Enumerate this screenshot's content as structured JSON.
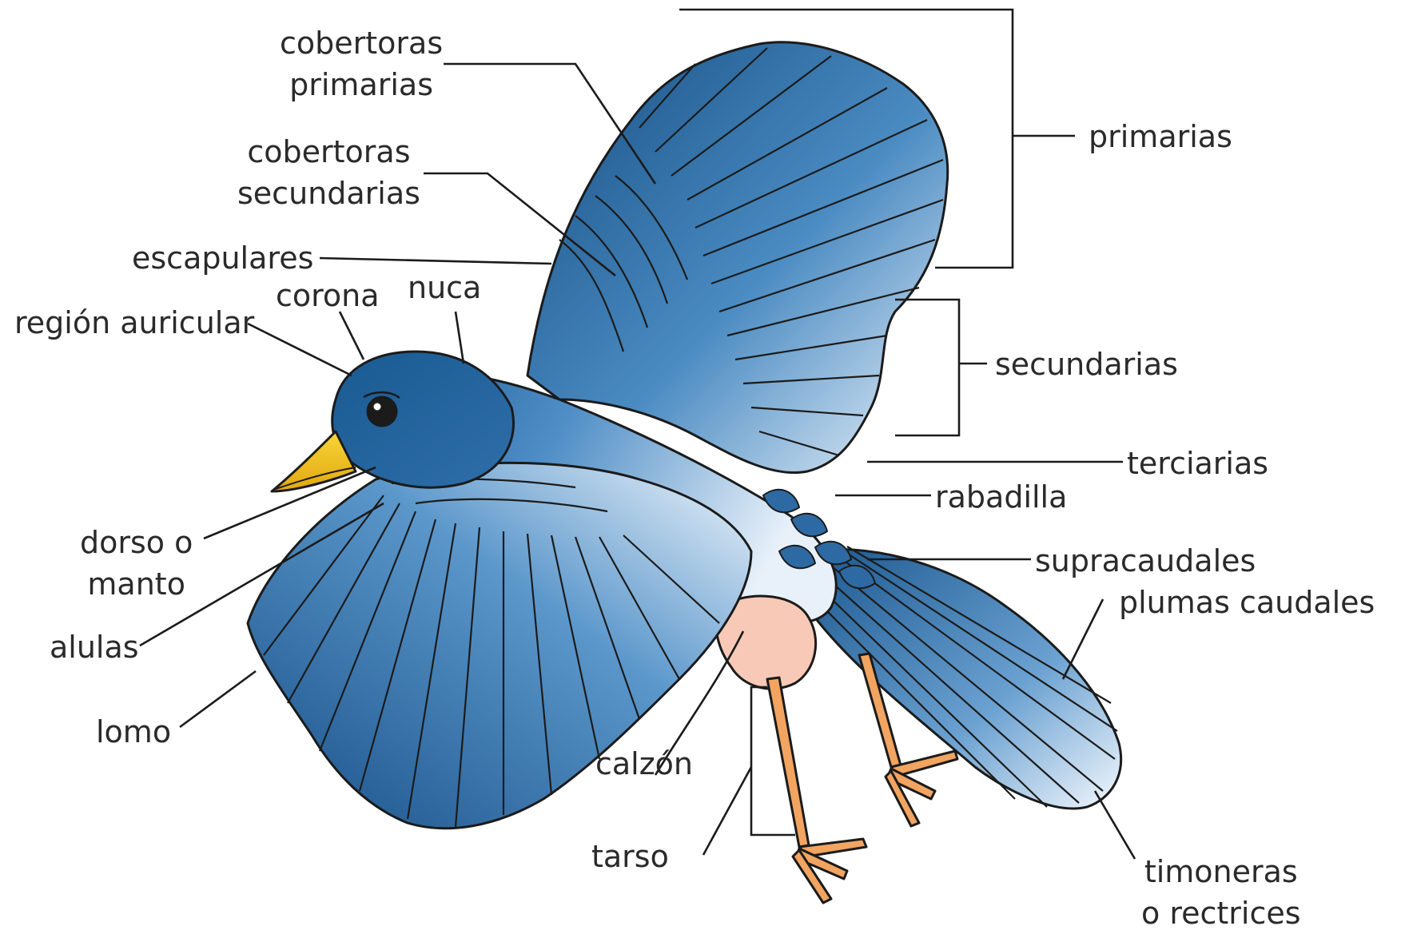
{
  "colors": {
    "feather_dark": "#154e82",
    "feather_mid": "#3f7fb7",
    "feather_light": "#e9f2fb",
    "beak": "#f2c51b",
    "legs": "#f2a461",
    "thigh": "#f7c9b6",
    "outline": "#1b1b1b",
    "label_text": "#2a2a2a"
  },
  "icons": {
    "bird": "bird-illustration"
  },
  "labels": {
    "cobertoras_primarias": [
      "cobertoras",
      "primarias"
    ],
    "cobertoras_secundarias": [
      "cobertoras",
      "secundarias"
    ],
    "escapulares": "escapulares",
    "corona": "corona",
    "nuca": "nuca",
    "region_auricular": "región auricular",
    "dorso_o_manto": [
      "dorso o",
      "manto"
    ],
    "alulas": "alulas",
    "lomo": "lomo",
    "primarias": "primarias",
    "secundarias": "secundarias",
    "terciarias": "terciarias",
    "rabadilla": "rabadilla",
    "supracaudales": "supracaudales",
    "plumas_caudales": "plumas caudales",
    "calzon": "calzón",
    "tarso": "tarso",
    "timoneras": [
      "timoneras",
      "o rectrices"
    ]
  }
}
